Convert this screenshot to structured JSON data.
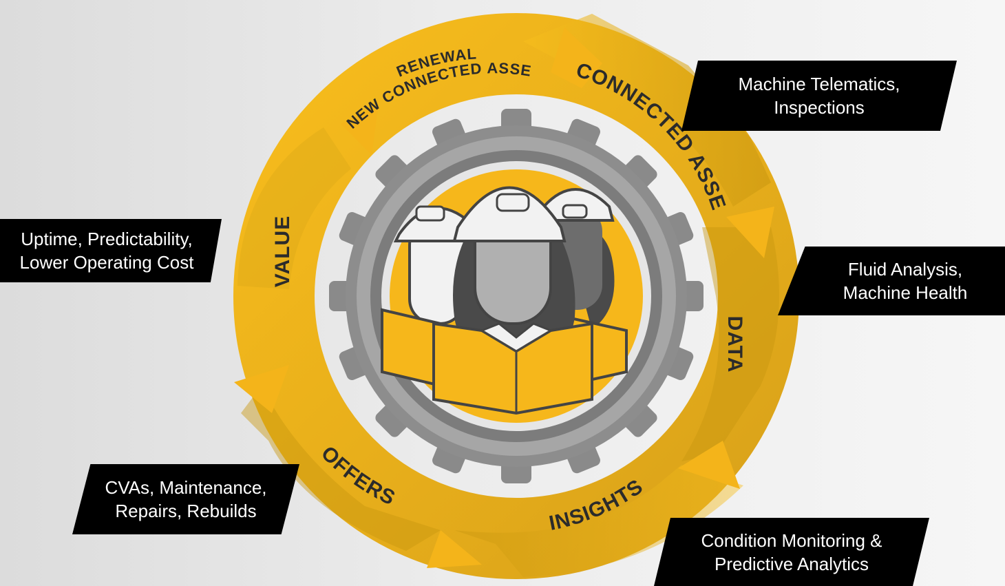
{
  "segments": {
    "renewal_line1": "RENEWAL +",
    "renewal_line2": "NEW CONNECTED ASSETS",
    "connected_assets": "CONNECTED ASSETS",
    "data": "DATA",
    "insights": "INSIGHTS",
    "offers": "OFFERS",
    "value": "VALUE"
  },
  "callouts": {
    "connected_assets": "Machine Telematics,\nInspections",
    "data": "Fluid Analysis,\nMachine Health",
    "insights": "Condition Monitoring &\nPredictive Analytics",
    "offers": "CVAs, Maintenance,\nRepairs, Rebuilds",
    "value": "Uptime, Predictability,\nLower Operating Cost"
  },
  "colors": {
    "arrow_yellow": "#f4b41a",
    "arrow_dark_gold": "#c99a16",
    "gear_gray": "#8d8d8d",
    "gear_light": "#a9a9a9",
    "callout_black": "#000000"
  },
  "icons": [
    "gear-icon",
    "worker-group-icon"
  ]
}
